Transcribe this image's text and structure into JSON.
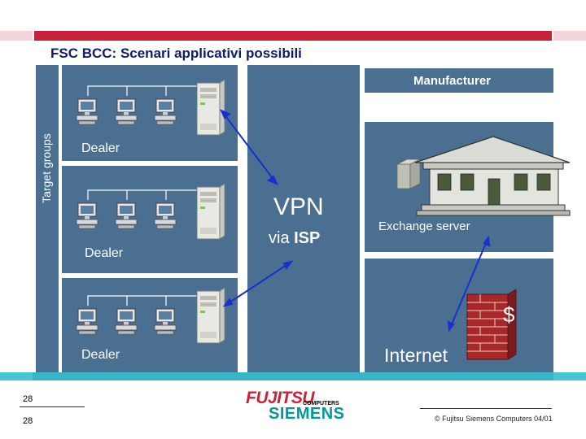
{
  "title": "FSC BCC: Scenari applicativi possibili",
  "sidebar": {
    "label": "Target groups"
  },
  "dealers": [
    "Dealer",
    "Dealer",
    "Dealer"
  ],
  "manufacturer": {
    "label": "Manufacturer"
  },
  "vpn": {
    "title": "VPN",
    "subtitle_prefix": "via ",
    "subtitle_bold": "ISP"
  },
  "exchange": {
    "label": "Exchange server"
  },
  "internet": {
    "label": "Internet"
  },
  "firewall": {
    "symbol": "$"
  },
  "footer": {
    "page_top": "28",
    "page_bottom": "28",
    "logo_top": "FUJITSU",
    "logo_bottom": "SIEMENS",
    "logo_small": "COMPUTERS",
    "copyright": "© Fujitsu Siemens Computers 04/01"
  },
  "colors": {
    "accent_red": "#c8223b",
    "panel_blue": "#4a6f91",
    "band_cyan": "#48c4d3",
    "title_navy": "#0f1c6b"
  }
}
